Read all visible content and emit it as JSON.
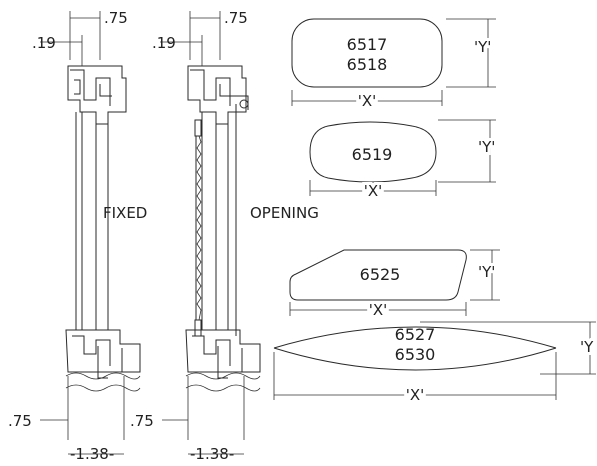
{
  "fixed_section": {
    "label": "FIXED",
    "dim_top_right": ".75",
    "dim_top_left": ".19",
    "dim_bottom_left": ".75",
    "dim_bottom_width": "1.38"
  },
  "opening_section": {
    "label": "OPENING",
    "dim_top_right": ".75",
    "dim_top_left": ".19",
    "dim_bottom_left": ".75",
    "dim_bottom_width": "1.38"
  },
  "shapes": [
    {
      "parts": [
        "6517",
        "6518"
      ],
      "width_label": "'X'",
      "height_label": "'Y'"
    },
    {
      "parts": [
        "6519"
      ],
      "width_label": "'X'",
      "height_label": "'Y'"
    },
    {
      "parts": [
        "6525"
      ],
      "width_label": "'X'",
      "height_label": "'Y'"
    },
    {
      "parts": [
        "6527",
        "6530"
      ],
      "width_label": "'X'",
      "height_label": "'Y"
    }
  ]
}
